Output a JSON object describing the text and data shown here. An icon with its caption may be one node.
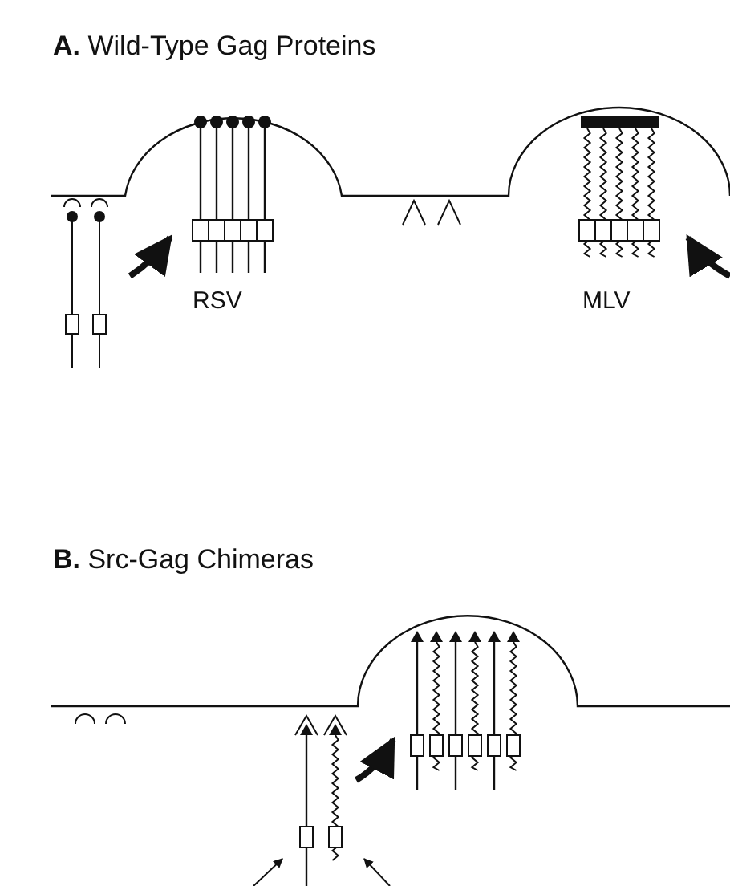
{
  "diagram": {
    "labels": [
      "**A.** Wild-Type Gag Proteins",
      "RSV",
      "MLV",
      "**B.** Src-Gag Chimeras"
    ]
  }
}
